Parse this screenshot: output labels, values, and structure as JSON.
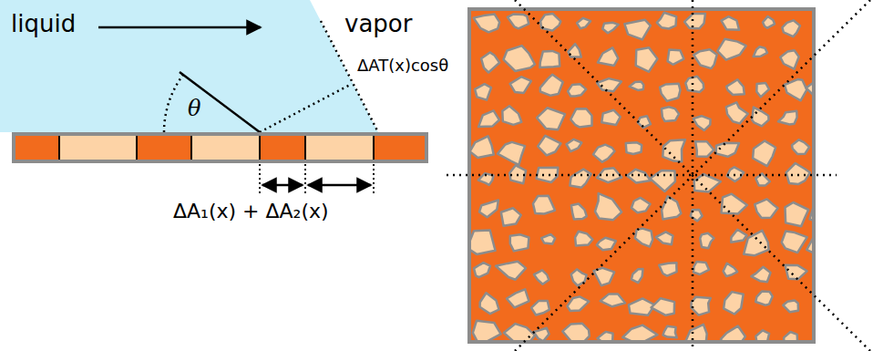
{
  "diagram": {
    "labels": [
      "liquid",
      "vapor",
      "ΔAT(x)cosθ",
      "θ",
      "ΔA₁(x) + ΔA₂(x)"
    ]
  }
}
